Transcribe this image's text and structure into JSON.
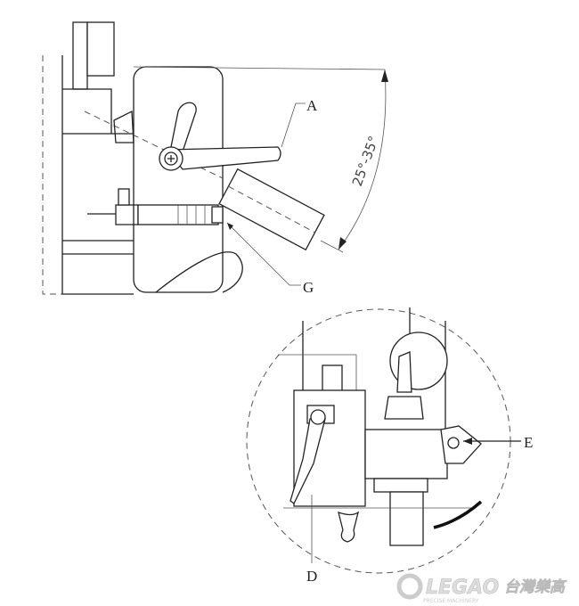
{
  "labels": {
    "A": "A",
    "G": "G",
    "E": "E",
    "D": "D"
  },
  "angle_range": "25°-35°",
  "logo": {
    "brand": "LEGAO",
    "chinese": "台灣樂高",
    "tagline": "PRECISE MACHINERY"
  }
}
